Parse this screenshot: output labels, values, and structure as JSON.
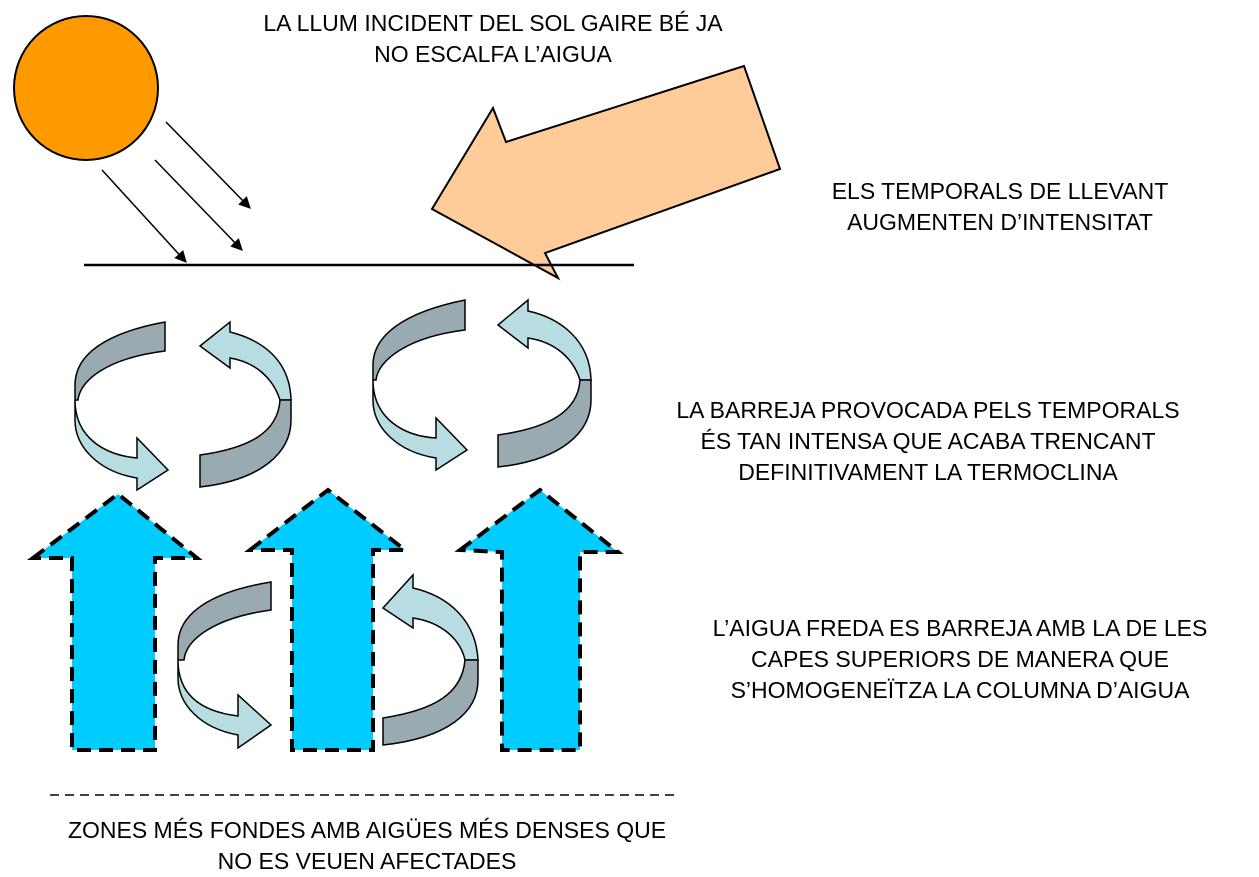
{
  "colors": {
    "sun": "#FF9900",
    "wind_arrow": "#FFCC99",
    "upward_arrow": "#00CCFF",
    "swirl_dark": "#99AAB0",
    "swirl_light": "#B7DDE3"
  },
  "labels": {
    "sunlight": [
      "LA LLUM INCIDENT DEL SOL GAIRE BÉ JA",
      "NO ESCALFA L’AIGUA"
    ],
    "storms": [
      "ELS TEMPORALS DE LLEVANT",
      "AUGMENTEN D’INTENSITAT"
    ],
    "mixing": [
      "LA BARREJA PROVOCADA PELS TEMPORALS",
      "ÉS TAN INTENSA QUE ACABA TRENCANT",
      "DEFINITIVAMENT LA TERMOCLINA"
    ],
    "cold_water": [
      "L’AIGUA FREDA ES BARREJA AMB LA DE LES",
      "CAPES SUPERIORS DE MANERA QUE",
      "S’HOMOGENEÏTZA LA COLUMNA D’AIGUA"
    ],
    "deep_zones": [
      "ZONES MÉS FONDES AMB AIGÜES MÉS DENSES QUE",
      "NO ES VEUEN AFECTADES"
    ]
  }
}
